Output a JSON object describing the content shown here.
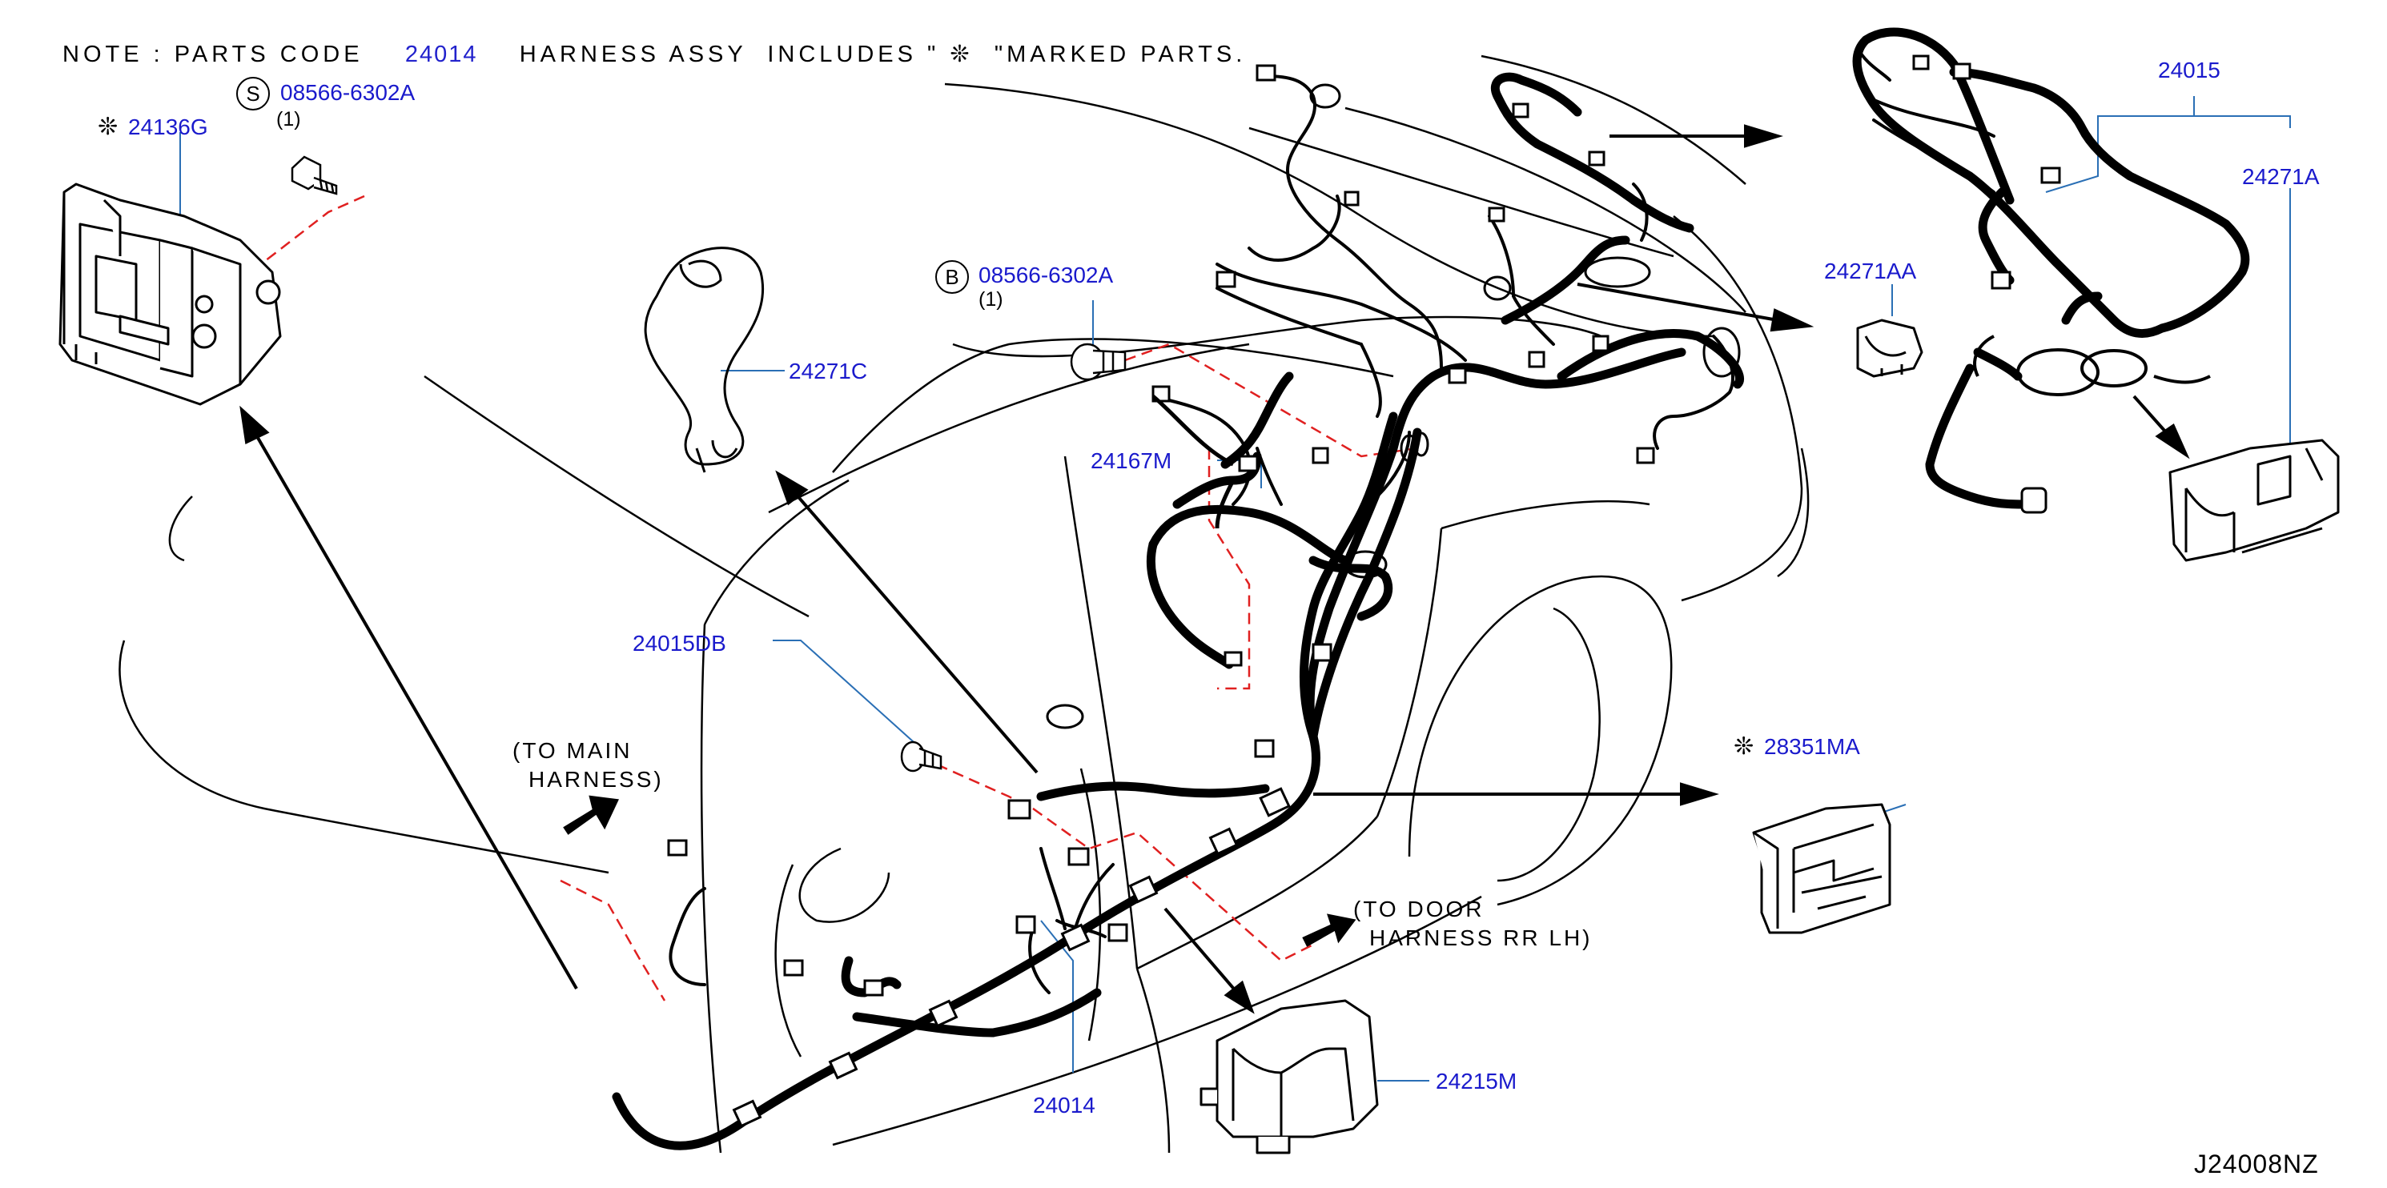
{
  "note": {
    "prefix": "NOTE : PARTS CODE",
    "code": "24014",
    "middle": "HARNESS ASSY  INCLUDES \"",
    "symbol": "❊",
    "suffix": "\"MARKED PARTS."
  },
  "parts": {
    "p24136G": "24136G",
    "p08566_s": "08566-6302A",
    "p08566_b": "08566-6302A",
    "p24271C": "24271C",
    "p24167M": "24167M",
    "p24015DB": "24015DB",
    "p24014": "24014",
    "p24215M": "24215M",
    "p28351MA": "28351MA",
    "p24271AA": "24271AA",
    "p24015": "24015",
    "p24271A": "24271A"
  },
  "markers": {
    "s_letter": "S",
    "b_letter": "B",
    "qty_s": "(1)",
    "qty_b": "(1)",
    "included_symbol": "❊"
  },
  "callouts": {
    "to_main_1": "(TO  MAIN",
    "to_main_2": "HARNESS)",
    "to_door_1": "(TO  DOOR",
    "to_door_2": "HARNESS  RR  LH)"
  },
  "diagram_code": "J24008NZ",
  "colors": {
    "line": "#000000",
    "label": "#1a1acc",
    "leader": "#2a6fb5",
    "dashed": "#e02020"
  }
}
